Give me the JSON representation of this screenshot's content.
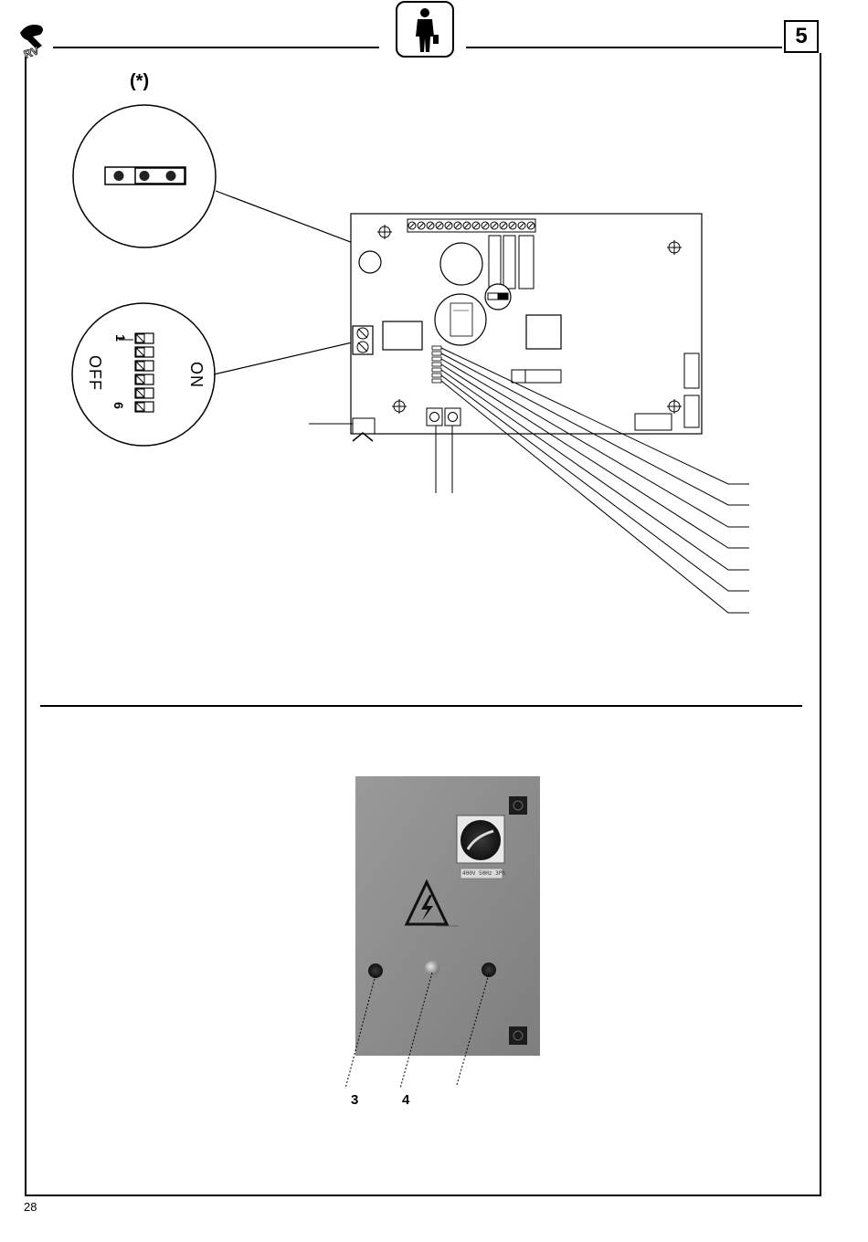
{
  "header": {
    "section_number": "5",
    "logo_text": "RV",
    "icon": "technician-icon"
  },
  "figure_top": {
    "marker": "(*)",
    "dip_switch": {
      "off_label": "OFF",
      "on_label": "ON",
      "first_label": "1",
      "last_label": "6"
    }
  },
  "figure_bottom": {
    "plate_text": "400V 50Hz 3Ph",
    "callouts": [
      "3",
      "4"
    ]
  },
  "footer": {
    "page_number": "28"
  }
}
